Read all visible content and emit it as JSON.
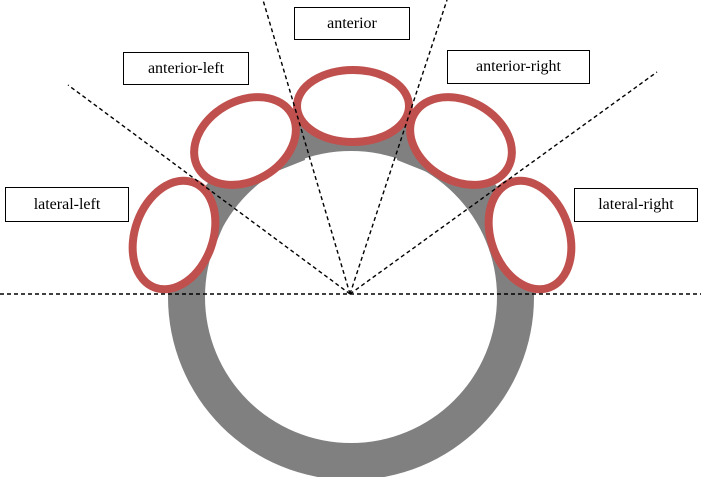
{
  "labels": {
    "anterior": "anterior",
    "anterior_left": "anterior-left",
    "anterior_right": "anterior-right",
    "lateral_left": "lateral-left",
    "lateral_right": "lateral-right"
  },
  "colors": {
    "ring": "#808080",
    "ellipse_stroke": "#c0504d",
    "ellipse_fill": "#ffffff",
    "dashed_line": "#000000",
    "background": "#ffffff"
  }
}
